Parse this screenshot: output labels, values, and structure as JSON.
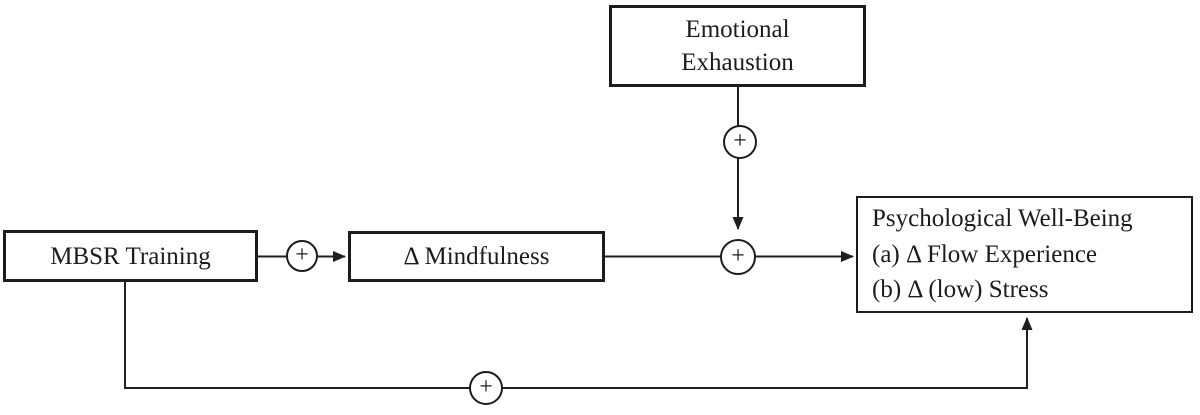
{
  "diagram": {
    "type": "path-model",
    "description": "Moderated mediation model of MBSR training effects",
    "background_color": "#ffffff",
    "line_color": "#1f1f1f",
    "nodes": {
      "emotional_exhaustion": {
        "line1": "Emotional",
        "line2": "Exhaustion"
      },
      "mbsr": {
        "label": "MBSR Training"
      },
      "mindfulness": {
        "label": "Δ Mindfulness"
      },
      "wellbeing": {
        "line1": "Psychological Well-Being",
        "line2": "(a) Δ Flow Experience",
        "line3": "(b) Δ (low) Stress"
      }
    },
    "edges": [
      {
        "from": "MBSR Training",
        "to": "Δ Mindfulness",
        "sign": "+",
        "type": "direct-arrow"
      },
      {
        "from": "Δ Mindfulness",
        "to": "Psychological Well-Being",
        "sign": "+",
        "type": "direct-arrow"
      },
      {
        "from": "Emotional Exhaustion",
        "to": "Δ Mindfulness → Psychological Well-Being path",
        "sign": "+",
        "type": "moderation-arrow"
      },
      {
        "from": "MBSR Training",
        "to": "Psychological Well-Being",
        "sign": "+",
        "type": "direct-path-bottom"
      }
    ]
  }
}
